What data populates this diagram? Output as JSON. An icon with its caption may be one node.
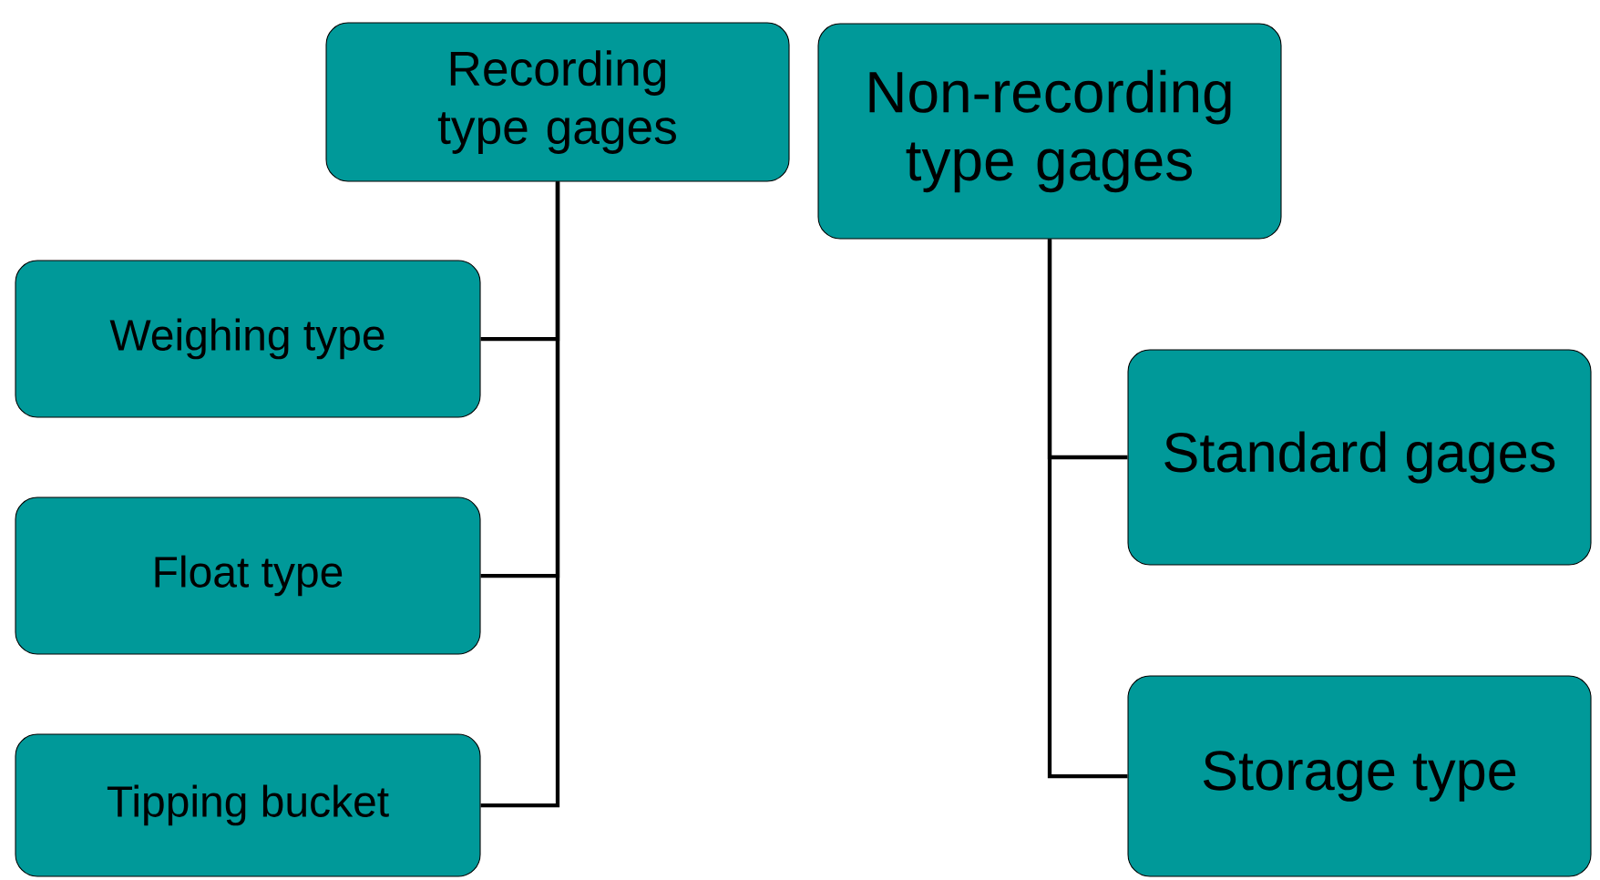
{
  "diagram": {
    "nodes": [
      {
        "text": [
          "Recording type gages"
        ]
      },
      {
        "text": [
          "Non-recording type gages"
        ]
      },
      {
        "text": [
          "Weighing type"
        ]
      },
      {
        "text": [
          "Float type"
        ]
      },
      {
        "text": [
          "Tipping bucket"
        ]
      },
      {
        "text": [
          "Standard gages"
        ]
      },
      {
        "text": [
          "Storage type"
        ]
      }
    ],
    "edges": [
      {
        "from": 0,
        "to": 2,
        "arrow": "none"
      },
      {
        "from": 0,
        "to": 3,
        "arrow": "none"
      },
      {
        "from": 0,
        "to": 4,
        "arrow": "none"
      },
      {
        "from": 1,
        "to": 5,
        "arrow": "none"
      },
      {
        "from": 1,
        "to": 6,
        "arrow": "none"
      }
    ]
  }
}
